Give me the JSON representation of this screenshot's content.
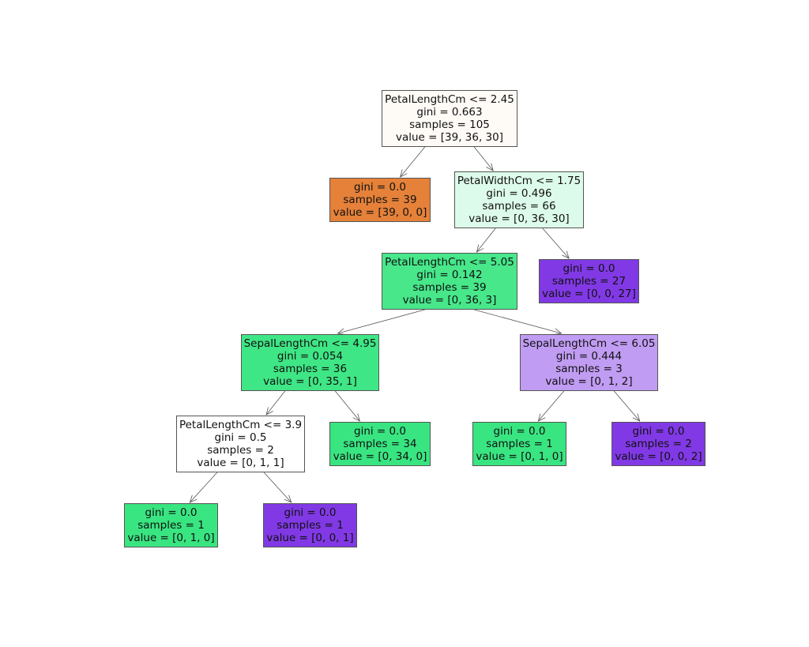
{
  "nodes": [
    {
      "id": "n0",
      "condition": "PetalLengthCm <= 2.45",
      "gini": "gini = 0.663",
      "samples": "samples = 105",
      "value": "value = [39, 36, 30]",
      "color": "#fefaf6"
    },
    {
      "id": "n1",
      "condition": "",
      "gini": "gini = 0.0",
      "samples": "samples = 39",
      "value": "value = [39, 0, 0]",
      "color": "#e58139"
    },
    {
      "id": "n2",
      "condition": "PetalWidthCm <= 1.75",
      "gini": "gini = 0.496",
      "samples": "samples = 66",
      "value": "value = [0, 36, 30]",
      "color": "#ddfbea"
    },
    {
      "id": "n3",
      "condition": "PetalLengthCm <= 5.05",
      "gini": "gini = 0.142",
      "samples": "samples = 39",
      "value": "value = [0, 36, 3]",
      "color": "#47e78a"
    },
    {
      "id": "n4",
      "condition": "",
      "gini": "gini = 0.0",
      "samples": "samples = 27",
      "value": "value = [0, 0, 27]",
      "color": "#8139e5"
    },
    {
      "id": "n5",
      "condition": "SepalLengthCm <= 4.95",
      "gini": "gini = 0.054",
      "samples": "samples = 36",
      "value": "value = [0, 35, 1]",
      "color": "#3fe685"
    },
    {
      "id": "n6",
      "condition": "SepalLengthCm <= 6.05",
      "gini": "gini = 0.444",
      "samples": "samples = 3",
      "value": "value = [0, 1, 2]",
      "color": "#c09cf2"
    },
    {
      "id": "n7",
      "condition": "PetalLengthCm <= 3.9",
      "gini": "gini = 0.5",
      "samples": "samples = 2",
      "value": "value = [0, 1, 1]",
      "color": "#ffffff"
    },
    {
      "id": "n8",
      "condition": "",
      "gini": "gini = 0.0",
      "samples": "samples = 34",
      "value": "value = [0, 34, 0]",
      "color": "#39e581"
    },
    {
      "id": "n9",
      "condition": "",
      "gini": "gini = 0.0",
      "samples": "samples = 1",
      "value": "value = [0, 1, 0]",
      "color": "#39e581"
    },
    {
      "id": "n10",
      "condition": "",
      "gini": "gini = 0.0",
      "samples": "samples = 2",
      "value": "value = [0, 0, 2]",
      "color": "#8139e5"
    },
    {
      "id": "n11",
      "condition": "",
      "gini": "gini = 0.0",
      "samples": "samples = 1",
      "value": "value = [0, 1, 0]",
      "color": "#39e581"
    },
    {
      "id": "n12",
      "condition": "",
      "gini": "gini = 0.0",
      "samples": "samples = 1",
      "value": "value = [0, 0, 1]",
      "color": "#8139e5"
    }
  ],
  "edges": [
    [
      "n0",
      "n1"
    ],
    [
      "n0",
      "n2"
    ],
    [
      "n2",
      "n3"
    ],
    [
      "n2",
      "n4"
    ],
    [
      "n3",
      "n5"
    ],
    [
      "n3",
      "n6"
    ],
    [
      "n5",
      "n7"
    ],
    [
      "n5",
      "n8"
    ],
    [
      "n6",
      "n9"
    ],
    [
      "n6",
      "n10"
    ],
    [
      "n7",
      "n11"
    ],
    [
      "n7",
      "n12"
    ]
  ]
}
